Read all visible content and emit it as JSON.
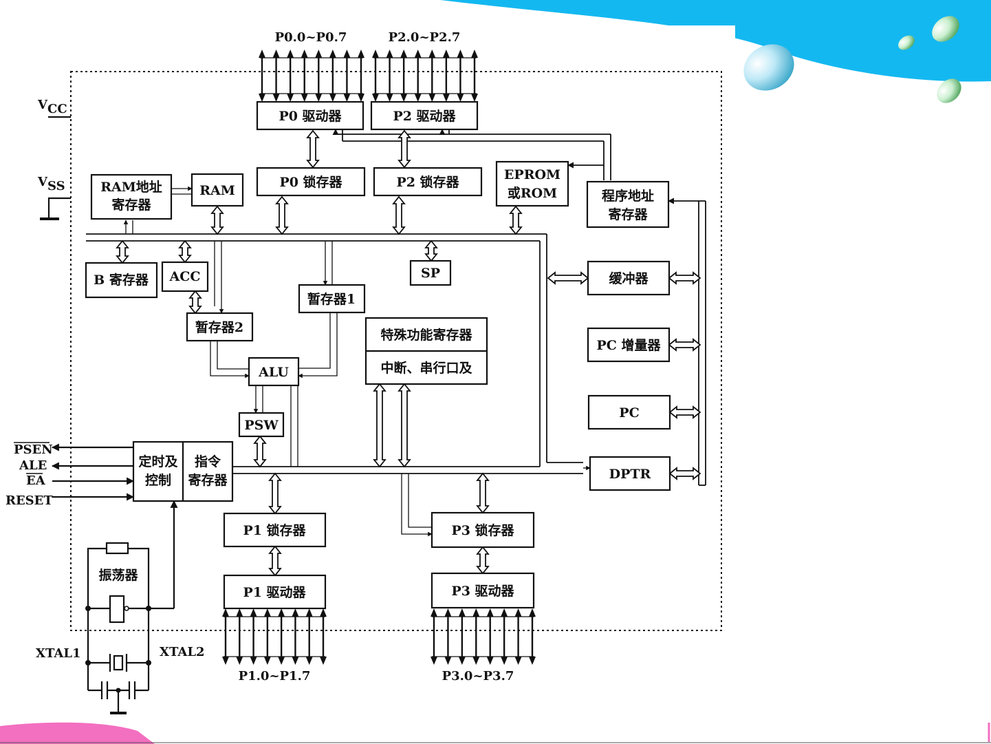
{
  "ports": {
    "p0_pins": "P0.0~P0.7",
    "p2_pins": "P2.0~P2.7",
    "p1_pins": "P1.0~P1.7",
    "p3_pins": "P3.0~P3.7"
  },
  "supply": {
    "vcc": "V",
    "vcc_sub": "CC",
    "vss": "V",
    "vss_sub": "SS"
  },
  "blocks": {
    "p0_driver": "P0 驱动器",
    "p2_driver": "P2 驱动器",
    "p0_latch": "P0 锁存器",
    "p2_latch": "P2 锁存器",
    "eprom_line1": "EPROM",
    "eprom_line2": "或ROM",
    "pc_addr_line1": "程序地址",
    "pc_addr_line2": "寄存器",
    "ram_addr_line1": "RAM地址",
    "ram_addr_line2": "寄存器",
    "ram": "RAM",
    "b_reg": "B 寄存器",
    "acc": "ACC",
    "sp": "SP",
    "tmp1": "暂存器1",
    "tmp2": "暂存器2",
    "alu": "ALU",
    "psw": "PSW",
    "sfr_line1": "特殊功能寄存器",
    "sfr_line2": "中断、串行口及",
    "buffer": "缓冲器",
    "pc_inc": "PC 增量器",
    "pc": "PC",
    "dptr": "DPTR",
    "timing_line1": "定时及",
    "timing_line2": "控制",
    "ir_line1": "指令",
    "ir_line2": "寄存器",
    "p1_latch": "P1 锁存器",
    "p3_latch": "P3 锁存器",
    "p1_driver": "P1 驱动器",
    "p3_driver": "P3 驱动器",
    "oscillator": "振荡器"
  },
  "signals": {
    "psen": "PSEN",
    "ale": "ALE",
    "ea": "EA",
    "reset": "RESET",
    "xtal1": "XTAL1",
    "xtal2": "XTAL2"
  },
  "colors": {
    "wave_blue": "#14b8f0",
    "wave_pink": "#f36fc0",
    "ink": "#111111"
  },
  "icons": [
    "water-drop-icon",
    "bidirectional-arrow-icon",
    "crystal-icon",
    "capacitor-icon",
    "ground-icon"
  ]
}
